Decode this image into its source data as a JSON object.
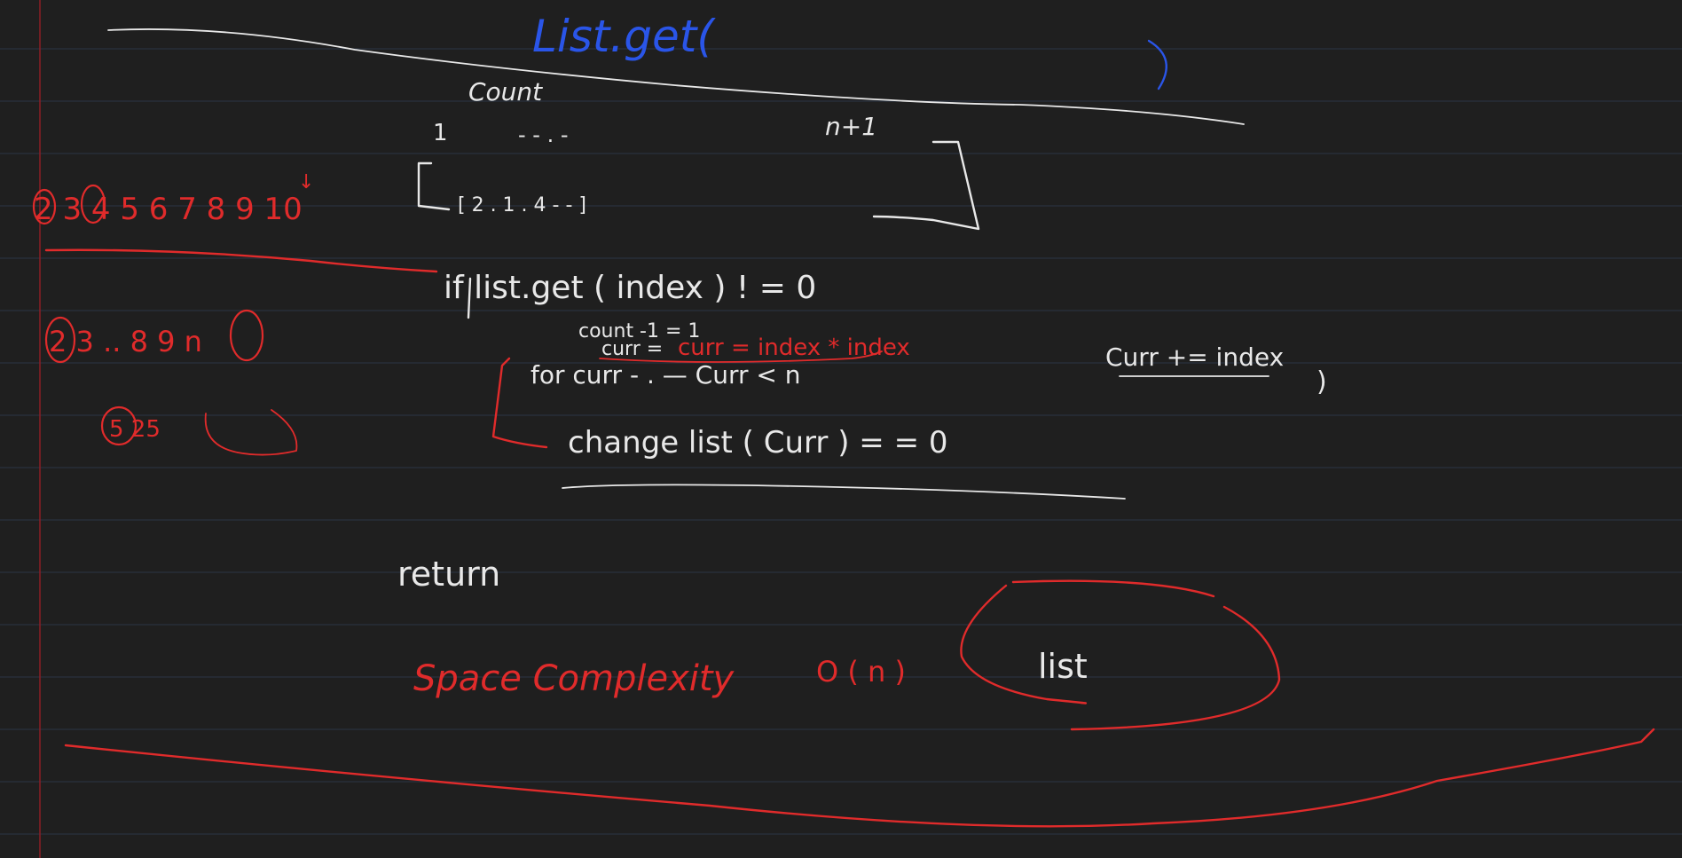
{
  "colors": {
    "background": "#1f1f1f",
    "rule_line": "#2b3544",
    "margin_line": "#8c1f25",
    "white_ink": "#e8e8e8",
    "red_ink": "#e02b2b",
    "blue_ink": "#2a55e8"
  },
  "note": {
    "heading": "List.get(",
    "heading_close": ")",
    "count_label": "Count",
    "index_range_start": "1",
    "index_range_dashes": "- - . -",
    "index_range_end": "n+1",
    "array_literal": "[ 2 . 1 . 4  -  - ]",
    "red_sequence_top": "2 3 4 5 6 7 8 9 10",
    "red_arrow_mark": "↓",
    "red_sequence_mid": "2 3 .. 8 9  n",
    "red_sequence_low": "5  25",
    "if_line": "if   list.get ( index )  ! = 0",
    "count_decrement": "count -1 = 1",
    "red_replace": "curr = index * index",
    "for_line": "for  curr  - . — Curr <  n",
    "for_increment": "Curr += index",
    "for_close": ")",
    "change_line": "change  list ( Curr )  = = 0",
    "return_label": "return",
    "space_complexity": "Space Complexity",
    "big_o": "O ( n )",
    "circled_item": "list"
  }
}
